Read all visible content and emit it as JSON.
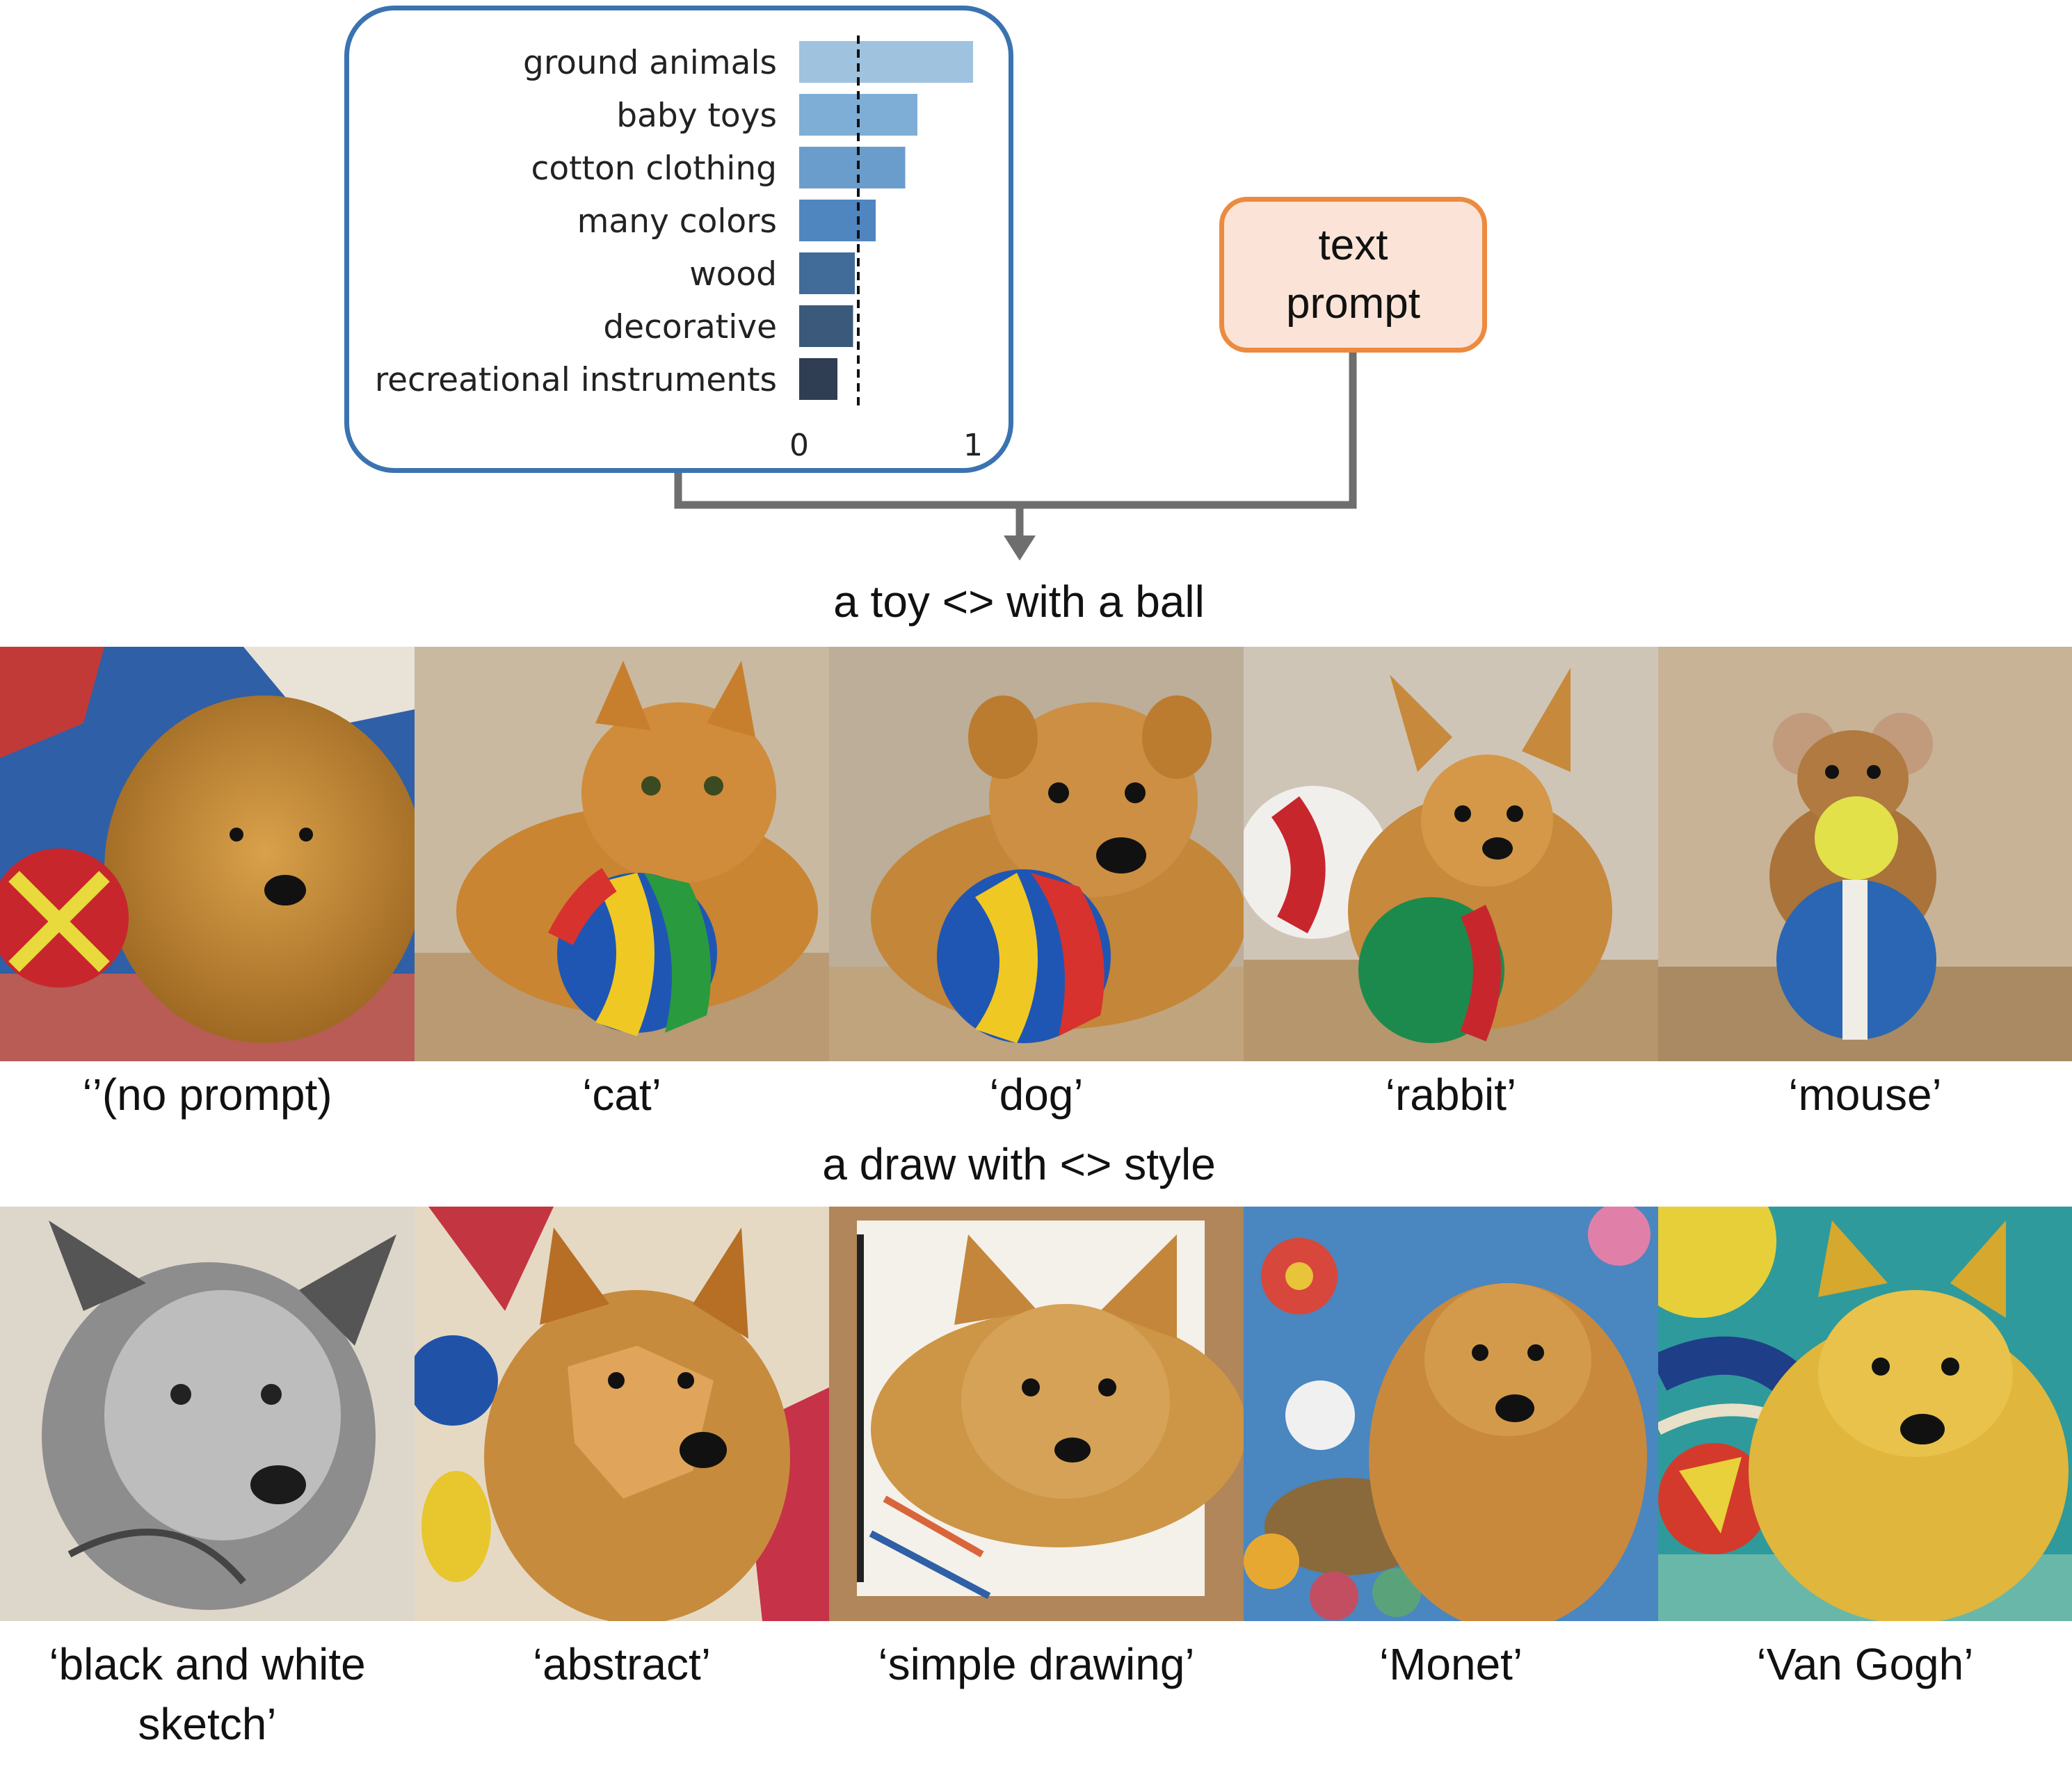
{
  "chart_data": {
    "type": "bar",
    "orientation": "horizontal",
    "categories": [
      "ground animals",
      "baby toys",
      "cotton clothing",
      "many colors",
      "wood",
      "decorative",
      "recreational instruments"
    ],
    "values": [
      1.0,
      0.68,
      0.61,
      0.44,
      0.32,
      0.31,
      0.22
    ],
    "reference_line": 0.34,
    "xlim": [
      0,
      1
    ],
    "xticks": [
      "0",
      "1"
    ],
    "colors": [
      "#9fc2df",
      "#7eaed6",
      "#6a9dcb",
      "#4f86bf",
      "#416c9a",
      "#3b5a7b",
      "#2f3e52"
    ],
    "grid": false,
    "title": "",
    "xlabel": "",
    "ylabel": ""
  },
  "prompt_box": {
    "line1": "text",
    "line2": "prompt"
  },
  "row1": {
    "template": "a toy <> with a ball",
    "captions": [
      "‘’(no prompt)",
      "‘cat’",
      "‘dog’",
      "‘rabbit’",
      "‘mouse’"
    ]
  },
  "row2": {
    "template": "a draw with <> style",
    "captions": [
      "‘black and white",
      "sketch’",
      "‘abstract’",
      "‘simple drawing’",
      "‘Monet’",
      "‘Van Gogh’"
    ]
  },
  "colors": {
    "chart_border": "#3a73b0",
    "prompt_border": "#ec8a3f",
    "prompt_fill": "#fbe4d7",
    "connector": "#6e6e6e"
  }
}
